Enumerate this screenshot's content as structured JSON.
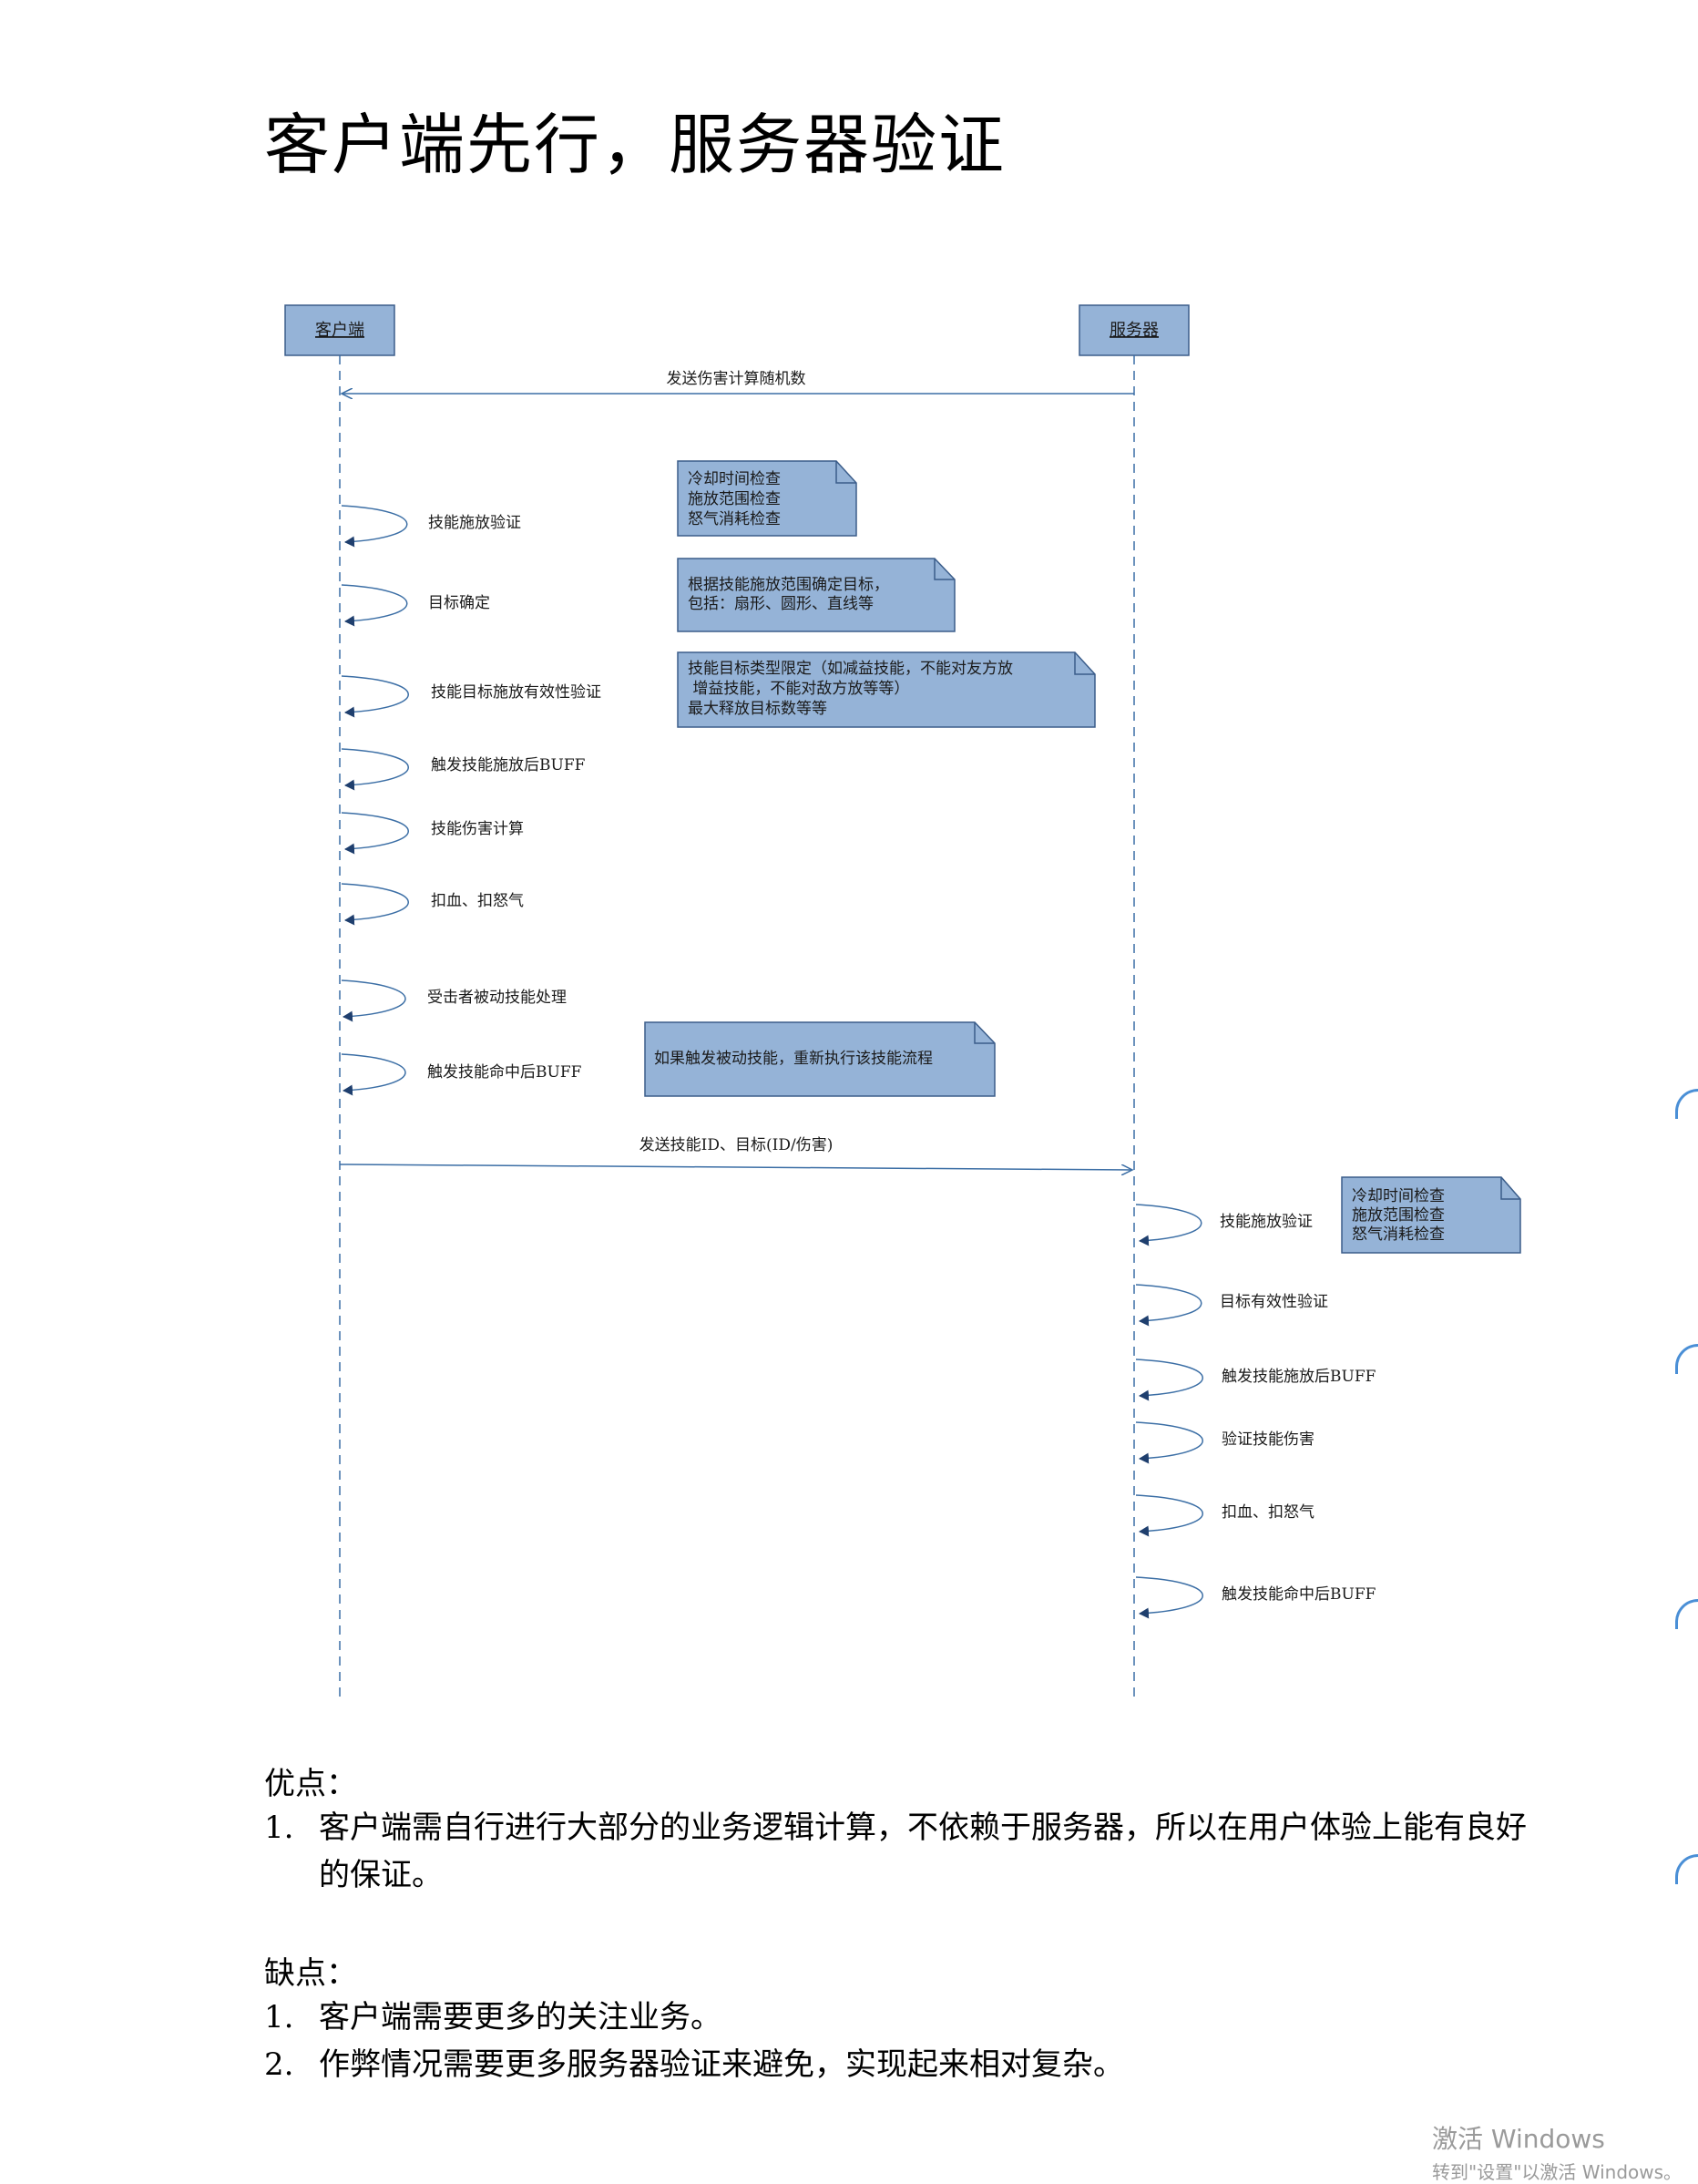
{
  "title": "客户端先行，服务器验证",
  "diagram": {
    "actors": {
      "client": "客户端",
      "server": "服务器"
    },
    "messages": {
      "server_to_client": "发送伤害计算随机数",
      "client_to_server": "发送技能ID、目标(ID/伤害)"
    },
    "client_steps": [
      "技能施放验证",
      "目标确定",
      "技能目标施放有效性验证",
      "触发技能施放后BUFF",
      "技能伤害计算",
      "扣血、扣怒气",
      "受击者被动技能处理",
      "触发技能命中后BUFF"
    ],
    "server_steps": [
      "技能施放验证",
      "目标有效性验证",
      "触发技能施放后BUFF",
      "验证技能伤害",
      "扣血、扣怒气",
      "触发技能命中后BUFF"
    ],
    "notes": {
      "n1": [
        "冷却时间检查",
        "施放范围检查",
        "怒气消耗检查"
      ],
      "n2": [
        "根据技能施放范围确定目标，",
        "包括：扇形、圆形、直线等"
      ],
      "n3": [
        "技能目标类型限定（如减益技能，不能对友方放",
        " 增益技能，不能对敌方放等等）",
        "最大释放目标数等等"
      ],
      "n4": [
        "如果触发被动技能，重新执行该技能流程"
      ],
      "n5": [
        "冷却时间检查",
        "施放范围检查",
        "怒气消耗检查"
      ]
    },
    "colors": {
      "box_fill": "#95b3d7",
      "box_stroke": "#3b5d8a",
      "line": "#3b6ea5",
      "arrow": "#1f3f6e"
    }
  },
  "pros": {
    "label": "优点：",
    "items": [
      {
        "num": "1.",
        "text": "客户端需自行进行大部分的业务逻辑计算，不依赖于服务器，所以在用户体验上能有良好的保证。"
      }
    ]
  },
  "cons": {
    "label": "缺点：",
    "items": [
      {
        "num": "1.",
        "text": "客户端需要更多的关注业务。"
      },
      {
        "num": "2.",
        "text": "作弊情况需要更多服务器验证来避免，实现起来相对复杂。"
      }
    ]
  },
  "watermark": {
    "line1": "激活 Windows",
    "line2": "转到\"设置\"以激活 Windows。"
  }
}
